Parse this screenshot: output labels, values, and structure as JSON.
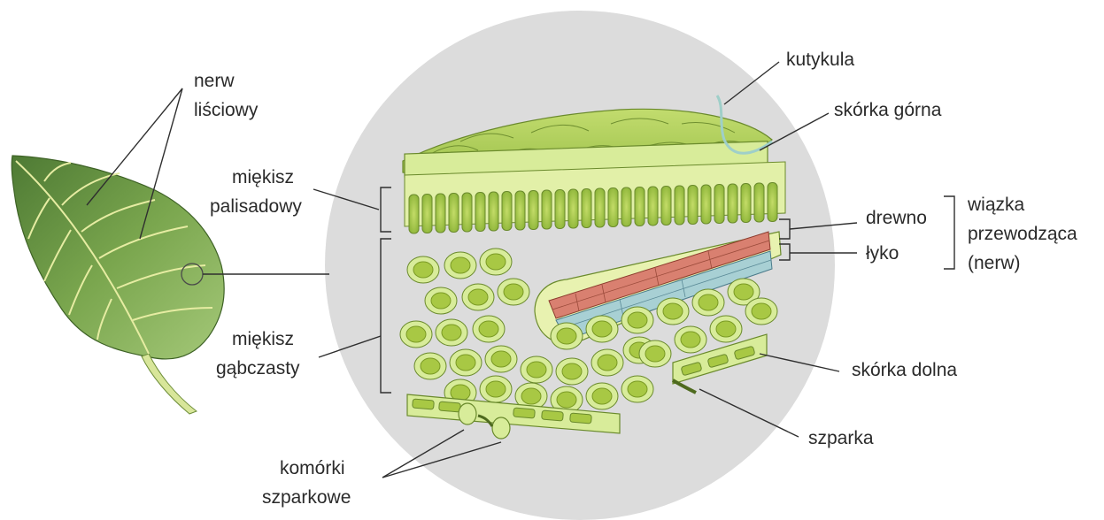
{
  "labels": {
    "nerw_lisciowy_1": "nerw",
    "nerw_lisciowy_2": "liściowy",
    "miekisz_palisadowy_1": "miękisz",
    "miekisz_palisadowy_2": "palisadowy",
    "miekisz_gabczasty_1": "miękisz",
    "miekisz_gabczasty_2": "gąbczasty",
    "komorki_szparkowe_1": "komórki",
    "komorki_szparkowe_2": "szparkowe",
    "kutykula": "kutykula",
    "skorka_gorna": "skórka górna",
    "drewno": "drewno",
    "lyko": "łyko",
    "wiazka_1": "wiązka",
    "wiazka_2": "przewodząca",
    "wiazka_3": "(nerw)",
    "skorka_dolna": "skórka dolna",
    "szparka": "szparka"
  },
  "colors": {
    "circle_bg": "#dcdcdc",
    "leaf_dark": "#5e8a3a",
    "leaf_light": "#9cc06a",
    "vein": "#e8eea0",
    "cell_wall": "#d8ec9a",
    "cell_inner": "#a8c844",
    "chloroplast": "#7a9a24",
    "xylem": "#d98070",
    "phloem": "#a8d0d4",
    "cuticle": "#9fcfc9"
  }
}
